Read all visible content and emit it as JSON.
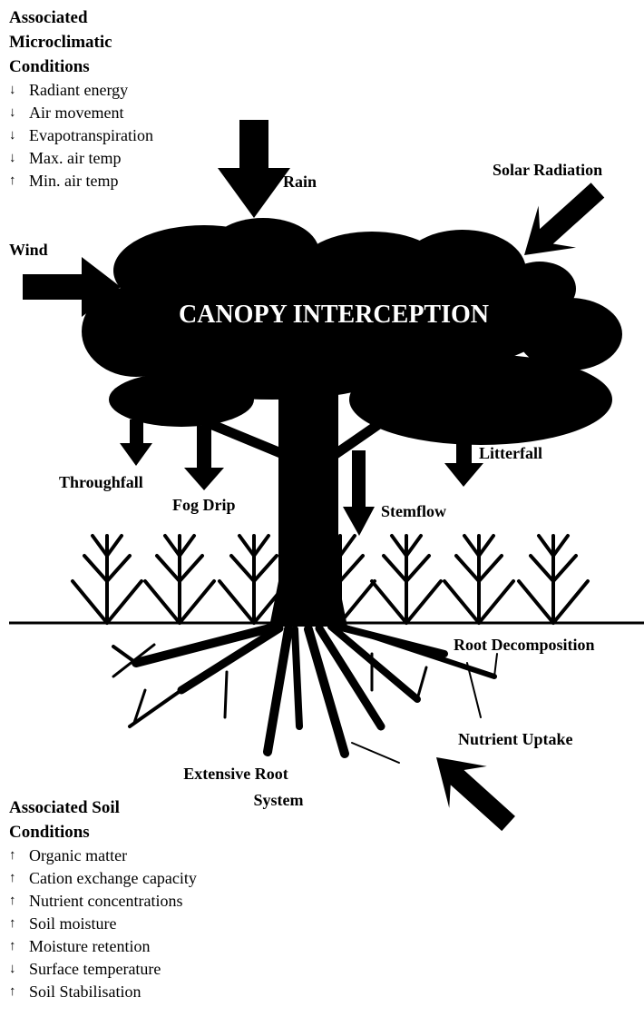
{
  "microclimate": {
    "heading": "Associated Microclimatic Conditions",
    "items": [
      {
        "arrow": "↓",
        "text": "Radiant energy"
      },
      {
        "arrow": "↓",
        "text": "Air movement"
      },
      {
        "arrow": "↓",
        "text": "Evapotranspiration"
      },
      {
        "arrow": "↓",
        "text": "Max. air temp"
      },
      {
        "arrow": "↑",
        "text": "Min. air temp"
      }
    ]
  },
  "soil": {
    "heading": "Associated Soil Conditions",
    "items": [
      {
        "arrow": "↑",
        "text": "Organic matter"
      },
      {
        "arrow": "↑",
        "text": "Cation exchange capacity"
      },
      {
        "arrow": "↑",
        "text": "Nutrient concentrations"
      },
      {
        "arrow": "↑",
        "text": "Soil moisture"
      },
      {
        "arrow": "↑",
        "text": "Moisture retention"
      },
      {
        "arrow": "↓",
        "text": "Surface temperature"
      },
      {
        "arrow": "↑",
        "text": "Soil Stabilisation"
      }
    ]
  },
  "labels": {
    "canopy": "CANOPY INTERCEPTION",
    "rain": "Rain",
    "solar": "Solar Radiation",
    "wind": "Wind",
    "throughfall": "Throughfall",
    "fog_drip": "Fog Drip",
    "stemflow": "Stemflow",
    "litterfall": "Litterfall",
    "root_decomposition": "Root Decomposition",
    "nutrient_uptake": "Nutrient Uptake",
    "root_system_line1": "Extensive Root",
    "root_system_line2": "System"
  },
  "colors": {
    "ink": "#000000",
    "background": "#ffffff",
    "canopy_text": "#ffffff"
  }
}
